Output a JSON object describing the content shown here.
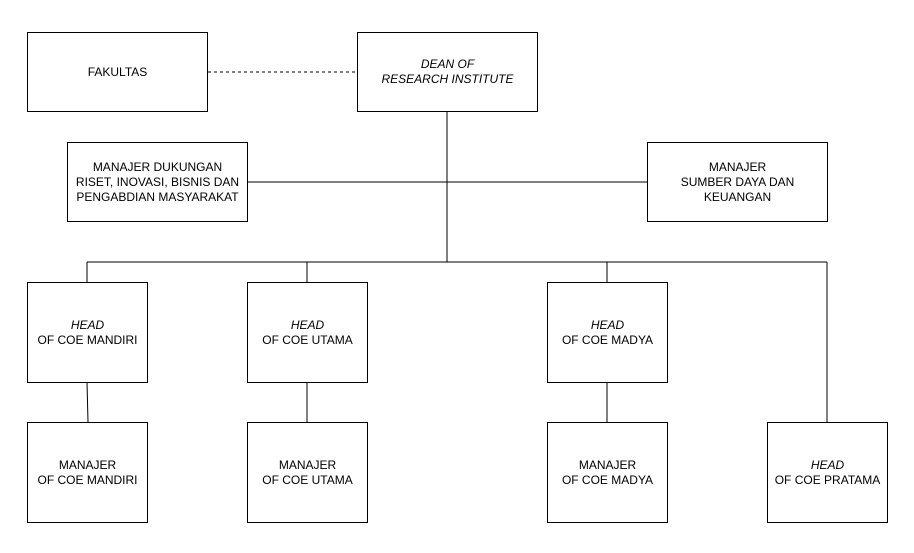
{
  "org_chart": {
    "fakultas": {
      "line1": "FAKULTAS"
    },
    "dean": {
      "line1": "DEAN OF",
      "line2": "RESEARCH INSTITUTE"
    },
    "manajer_dukungan": {
      "line1": "MANAJER DUKUNGAN",
      "line2": "RISET, INOVASI, BISNIS DAN",
      "line3": "PENGABDIAN MASYARAKAT"
    },
    "manajer_sdk": {
      "line1": "MANAJER",
      "line2": "SUMBER DAYA DAN",
      "line3": "KEUANGAN"
    },
    "head_mandiri": {
      "line1": "HEAD",
      "line2": "OF COE MANDIRI"
    },
    "head_utama": {
      "line1": "HEAD",
      "line2": "OF COE UTAMA"
    },
    "head_madya": {
      "line1": "HEAD",
      "line2": "OF COE MADYA"
    },
    "head_pratama": {
      "line1": "HEAD",
      "line2": "OF COE PRATAMA"
    },
    "manajer_mandiri": {
      "line1": "MANAJER",
      "line2": "OF COE MANDIRI"
    },
    "manajer_utama": {
      "line1": "MANAJER",
      "line2": "OF COE UTAMA"
    },
    "manajer_madya": {
      "line1": "MANAJER",
      "line2": "OF COE MADYA"
    }
  }
}
